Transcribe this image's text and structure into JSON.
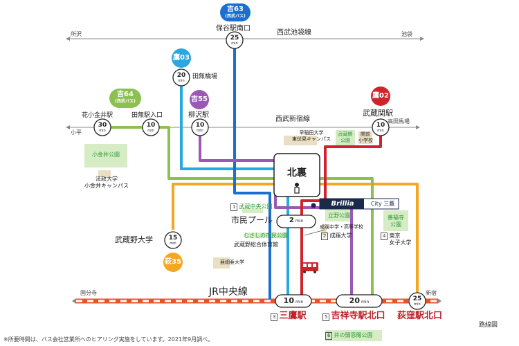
{
  "header_lines": {
    "seibu_ikebukuro": {
      "name": "西武池袋線",
      "west": "所沢",
      "east": "池袋"
    },
    "seibu_shinjuku": {
      "name": "西武新宿線",
      "west": "小平",
      "east": "高田馬場"
    },
    "jr_chuo": {
      "name": "JR中央線",
      "west": "国分寺",
      "east": "新宿"
    }
  },
  "bus_routes": [
    {
      "code": "吉63",
      "sub": "西武バス",
      "stop": "保谷駅南口",
      "minutes": "25",
      "color": "#1b6fd0"
    },
    {
      "code": "鷹03",
      "sub": "",
      "stop": "田無橋場",
      "minutes": "20",
      "color": "#29a8e0"
    },
    {
      "code": "吉55",
      "sub": "",
      "stop": "柳沢駅",
      "minutes": "10",
      "color": "#9b58b5"
    },
    {
      "code": "吉64",
      "sub": "西武バス",
      "stop": "田無駅入口",
      "minutes": "10",
      "color": "#8cc152"
    },
    {
      "code": "鷹02",
      "sub": "",
      "stop": "武蔵関駅",
      "minutes": "10",
      "color": "#d0242c"
    },
    {
      "code": "萩35",
      "sub": "",
      "stop": "武蔵野大学",
      "minutes": "15",
      "color": "#f5a623"
    }
  ],
  "extra_stops": [
    {
      "name": "花小金井駅",
      "minutes": "30"
    },
    {
      "name": "市民プール",
      "minutes": "2"
    }
  ],
  "unit": "min",
  "center": {
    "name": "北裏"
  },
  "brand": {
    "name": "Brillia",
    "suffix": "City 三鷹"
  },
  "facilities": {
    "musashi_chuo_park": {
      "num": "1",
      "name": "武蔵中央公園"
    },
    "seikei": {
      "num": "2",
      "name": "成蹊大学"
    },
    "seikei_school": "成蹊中学・高等学校",
    "mitaka": {
      "num": "3",
      "name": "三鷹駅"
    },
    "tokyo_womens": {
      "num": "4",
      "name": "東京\n女子大学"
    },
    "kichijoji": {
      "num": "5",
      "name": "吉祥寺駅北口"
    },
    "inokashira": {
      "num": "6",
      "name": "井の頭恩賜公園"
    },
    "koganei_park": "小金井公園",
    "hosei": "法政大学\n小金井キャンパス",
    "waseda": "早稲田大学\n東伏見キャンパス",
    "musashiseki_park": "武蔵関\n公園",
    "sekimae_school": "関前\n小学校",
    "tachino_park": "立野公園",
    "zenpukuji_park": "善福寺\n公園",
    "musashino_shimin_park": "むさしの市民公園",
    "musashino_gym": "武蔵野総合体育館",
    "asia_univ": "亜細亜大学"
  },
  "terminals": [
    {
      "name": "三鷹駅",
      "minutes": "10"
    },
    {
      "name": "吉祥寺駅北口",
      "minutes": "20"
    },
    {
      "name": "荻窪駅北口",
      "minutes": "25"
    }
  ],
  "footnote": "※所要時間は、バス会社営業所へのヒアリング実施をしています。2021年9月調べ。",
  "caption": "路線図"
}
